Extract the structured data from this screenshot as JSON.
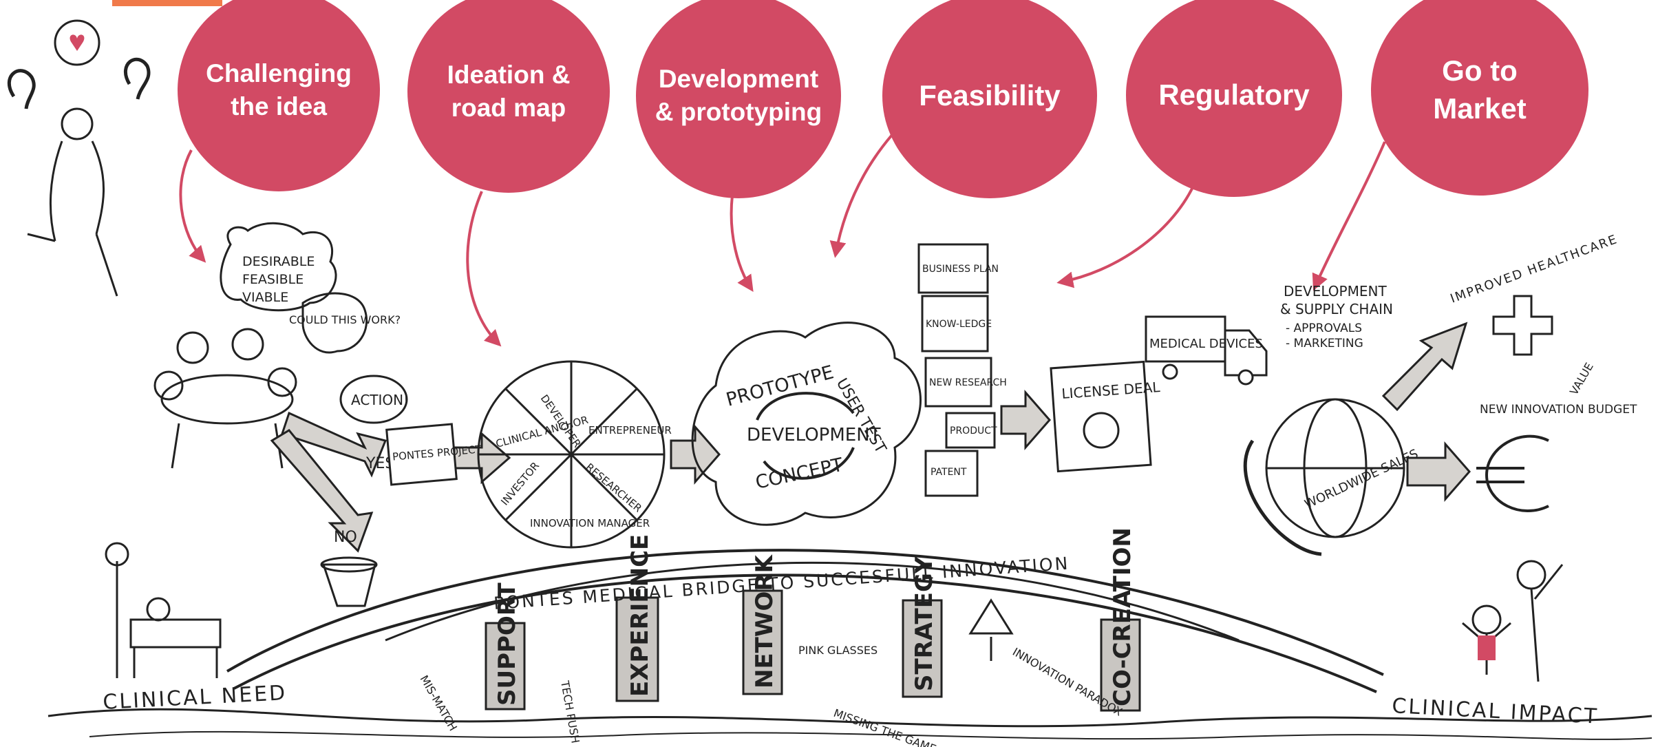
{
  "accent": "#d24a64",
  "accent_tab": "#f07a4a",
  "ink": "#222222",
  "stages": [
    {
      "label": "Challenging\nthe idea"
    },
    {
      "label": "Ideation &\nroad map"
    },
    {
      "label": "Development\n& prototyping"
    },
    {
      "label": "Feasibility"
    },
    {
      "label": "Regulatory"
    },
    {
      "label": "Go to\nMarket"
    }
  ],
  "bridge": {
    "title": "PONTES MEDICAL BRIDGE TO SUCCESFULL INNOVATION",
    "pillars": [
      "SUPPORT",
      "EXPERIENCE",
      "NETWORK",
      "STRATEGY",
      "CO-CREATION"
    ],
    "start": "CLINICAL NEED",
    "end": "CLINICAL IMPACT"
  },
  "sketch": {
    "checklist": [
      "DESIRABLE",
      "FEASIBLE",
      "VIABLE"
    ],
    "question": "COULD THIS WORK?",
    "action": "ACTION!",
    "yes": "YES!",
    "no": "NO",
    "project": "PONTES PROJECT",
    "roles": [
      "DEVELOPER",
      "ENTREPRENEUR",
      "RESEARCHER",
      "INNOVATION MANAGER",
      "INVESTOR",
      "CLINICAL ANCHOR"
    ],
    "cycle": [
      "PROTOTYPE",
      "DEVELOPMENT",
      "USER TEST",
      "CONCEPT"
    ],
    "docs": [
      "BUSINESS PLAN",
      "KNOW-LEDGE",
      "NEW RESEARCH",
      "PRODUCT",
      "PATENT"
    ],
    "license": "LICENSE DEAL",
    "truck": "MEDICAL DEVICES",
    "supply": [
      "DEVELOPMENT",
      "& SUPPLY CHAIN",
      "- APPROVALS",
      "- MARKETING"
    ],
    "globe": "WORLDWIDE SALES",
    "healthcare": "IMPROVED HEALTHCARE",
    "value": "VALUE",
    "budget": "NEW INNOVATION BUDGET",
    "obstacles": [
      "MIS-MATCH",
      "TECH PUSH",
      "PINK GLASSES",
      "MISSING THE GAME",
      "INNOVATION PARADOX"
    ]
  }
}
